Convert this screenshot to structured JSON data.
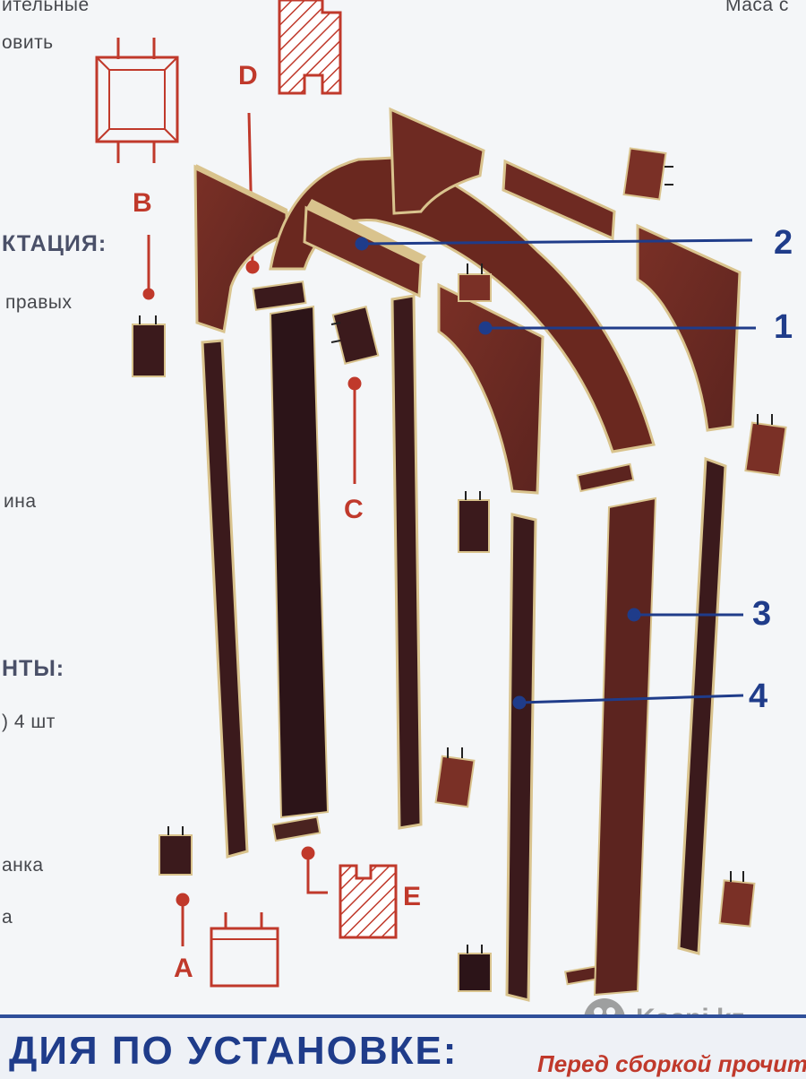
{
  "cropped_text": {
    "top_left_1": "ительные",
    "top_left_2": "овить",
    "top_right": "Маса с",
    "section_1": "КТАЦИЯ:",
    "line_right": "правых",
    "line_length": "ина",
    "section_2": "НТЫ:",
    "line_qty": ") 4 шт",
    "line_plank": "анка",
    "line_a": "а"
  },
  "callouts": [
    "1",
    "2",
    "3",
    "4"
  ],
  "detail_letters": [
    "A",
    "B",
    "C",
    "D",
    "E"
  ],
  "footer": {
    "title": "ДИЯ ПО УСТАНОВКЕ:",
    "note": "Перед сборкой прочитай"
  },
  "watermark": {
    "text": "Kaspi.kz"
  },
  "colors": {
    "wood": "#6e2a22",
    "wood_dark": "#3b1a1c",
    "edge": "#d9c38d",
    "callout_line": "#1f3c8a",
    "detail_red": "#c0392b",
    "background": "#f4f6f8"
  }
}
